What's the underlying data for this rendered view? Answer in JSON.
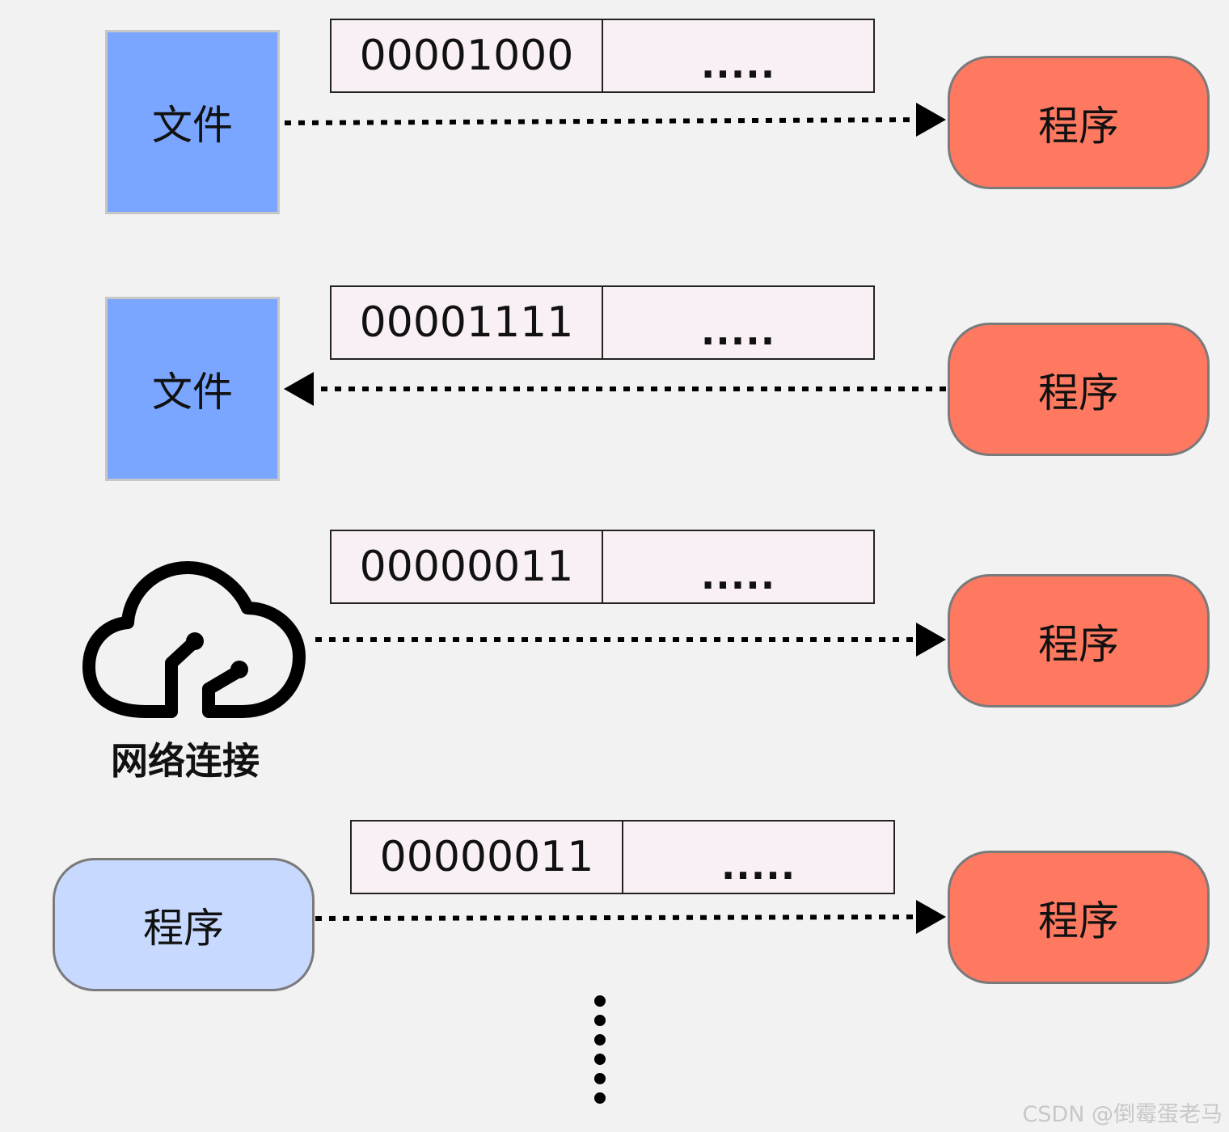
{
  "rows": [
    {
      "source_label": "文件",
      "data_value": "00001000",
      "data_ellipsis": ".....",
      "target_label": "程序",
      "flow": "to-program"
    },
    {
      "source_label": "文件",
      "data_value": "00001111",
      "data_ellipsis": ".....",
      "target_label": "程序",
      "flow": "to-file"
    },
    {
      "source_label": "网络连接",
      "source_icon": "cloud-network-icon",
      "data_value": "00000011",
      "data_ellipsis": ".....",
      "target_label": "程序",
      "flow": "to-program"
    },
    {
      "source_label": "程序",
      "data_value": "00000011",
      "data_ellipsis": ".....",
      "target_label": "程序",
      "flow": "to-program"
    }
  ],
  "watermark": "CSDN @倒霉蛋老马",
  "colors": {
    "file": "#7aa6ff",
    "program_target": "#ff7961",
    "program_source": "#c7d9ff",
    "data_box": "#f9f0f6",
    "background": "#f2f2f2"
  }
}
